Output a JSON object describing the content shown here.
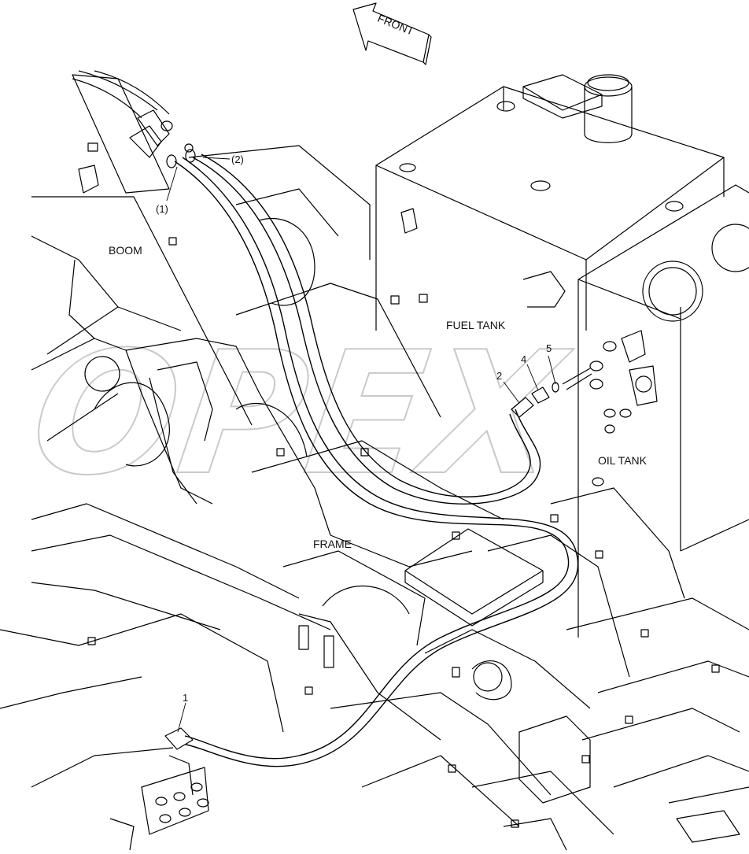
{
  "diagram": {
    "direction_label": "FRONT",
    "components": {
      "boom": "BOOM",
      "fuel_tank": "FUEL TANK",
      "oil_tank": "OIL TANK",
      "frame": "FRAME"
    },
    "part_callouts": {
      "p1": "1",
      "p2": "2",
      "p4": "4",
      "p5": "5",
      "ref1": "(1)",
      "ref2": "(2)"
    },
    "watermark": "OPEX"
  }
}
